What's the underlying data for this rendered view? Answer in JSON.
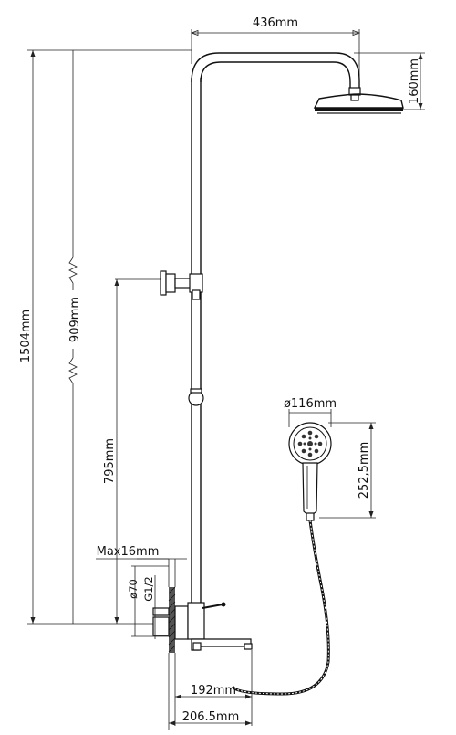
{
  "dimensions": {
    "arm_width": "436mm",
    "head_height": "160mm",
    "total_height": "1504mm",
    "adjustable_length": "909mm",
    "bracket_height": "795mm",
    "hand_shower_diameter": "ø116mm",
    "hand_shower_length": "252,5mm",
    "wall_max": "Max16mm",
    "flange_diameter": "ø70",
    "thread": "G1/2",
    "spout_projection": "192mm",
    "overall_projection": "206.5mm"
  }
}
